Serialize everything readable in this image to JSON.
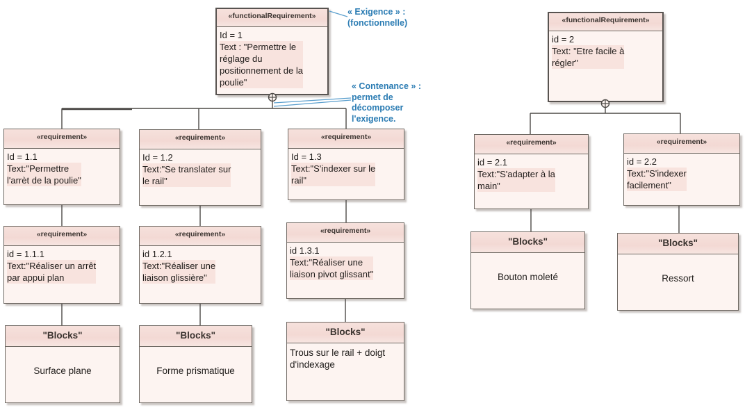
{
  "diagram": {
    "kind": "SysML requirements diagram",
    "colors": {
      "header_fill": "#f3d9d4",
      "body_fill": "#fdf4f1",
      "text_highlight": "#f8e3de",
      "box_border": "#6e6862",
      "connector": "#4d4a47",
      "annotation_blue": "#2b7cb3",
      "background": "#ffffff"
    },
    "nodes": {
      "fr1": {
        "stereotype": "«functionalRequirement»",
        "id_line": "Id = 1",
        "text_line": "Text : \"Permettre le\nréglage du\npositionnement de la\npoulie\""
      },
      "r11": {
        "stereotype": "«requirement»",
        "id_line": "Id = 1.1",
        "text_line": "Text:\"Permettre\nl'arrèt de la poulie\""
      },
      "r12": {
        "stereotype": "«requirement»",
        "id_line": "Id = 1.2",
        "text_line": "Text:\"Se translater sur\nle rail\""
      },
      "r13": {
        "stereotype": "«requirement»",
        "id_line": "Id = 1.3",
        "text_line": "Text:\"S'indexer sur le\nrail\""
      },
      "r111": {
        "stereotype": "«requirement»",
        "id_line": "id = 1.1.1",
        "text_line": "Text:\"Réaliser un arrêt\npar appui plan"
      },
      "r121": {
        "stereotype": "«requirement»",
        "id_line": "id 1.2.1",
        "text_line": "Text:\"Réaliser une\nliaison glissière\""
      },
      "r131": {
        "stereotype": "«requirement»",
        "id_line": "id 1.3.1",
        "text_line": "Text:\"Réaliser une\nliaison pivot glissant\""
      },
      "b1": {
        "stereotype": "\"Blocks\"",
        "name": "Surface plane"
      },
      "b2": {
        "stereotype": "\"Blocks\"",
        "name": "Forme prismatique"
      },
      "b3": {
        "stereotype": "\"Blocks\"",
        "name": "Trous sur le rail + doigt\nd'indexage"
      },
      "fr2": {
        "stereotype": "«functionalRequirement»",
        "id_line": "id = 2",
        "text_line": "Text: \"Etre facile à\nrégler\""
      },
      "r21": {
        "stereotype": "«requirement»",
        "id_line": "id = 2.1",
        "text_line": "Text:\"S'adapter à la\nmain\""
      },
      "r22": {
        "stereotype": "«requirement»",
        "id_line": "id = 2.2",
        "text_line": "Text:\"S'indexer\nfacilement\""
      },
      "bb1": {
        "stereotype": "\"Blocks\"",
        "name": "Bouton moleté"
      },
      "bb2": {
        "stereotype": "\"Blocks\"",
        "name": "Ressort"
      }
    },
    "annotations": {
      "exigence": "« Exigence » :\n(fonctionnelle)",
      "contenance": "« Contenance » :\npermet de\ndécomposer\nl'exigence."
    }
  }
}
